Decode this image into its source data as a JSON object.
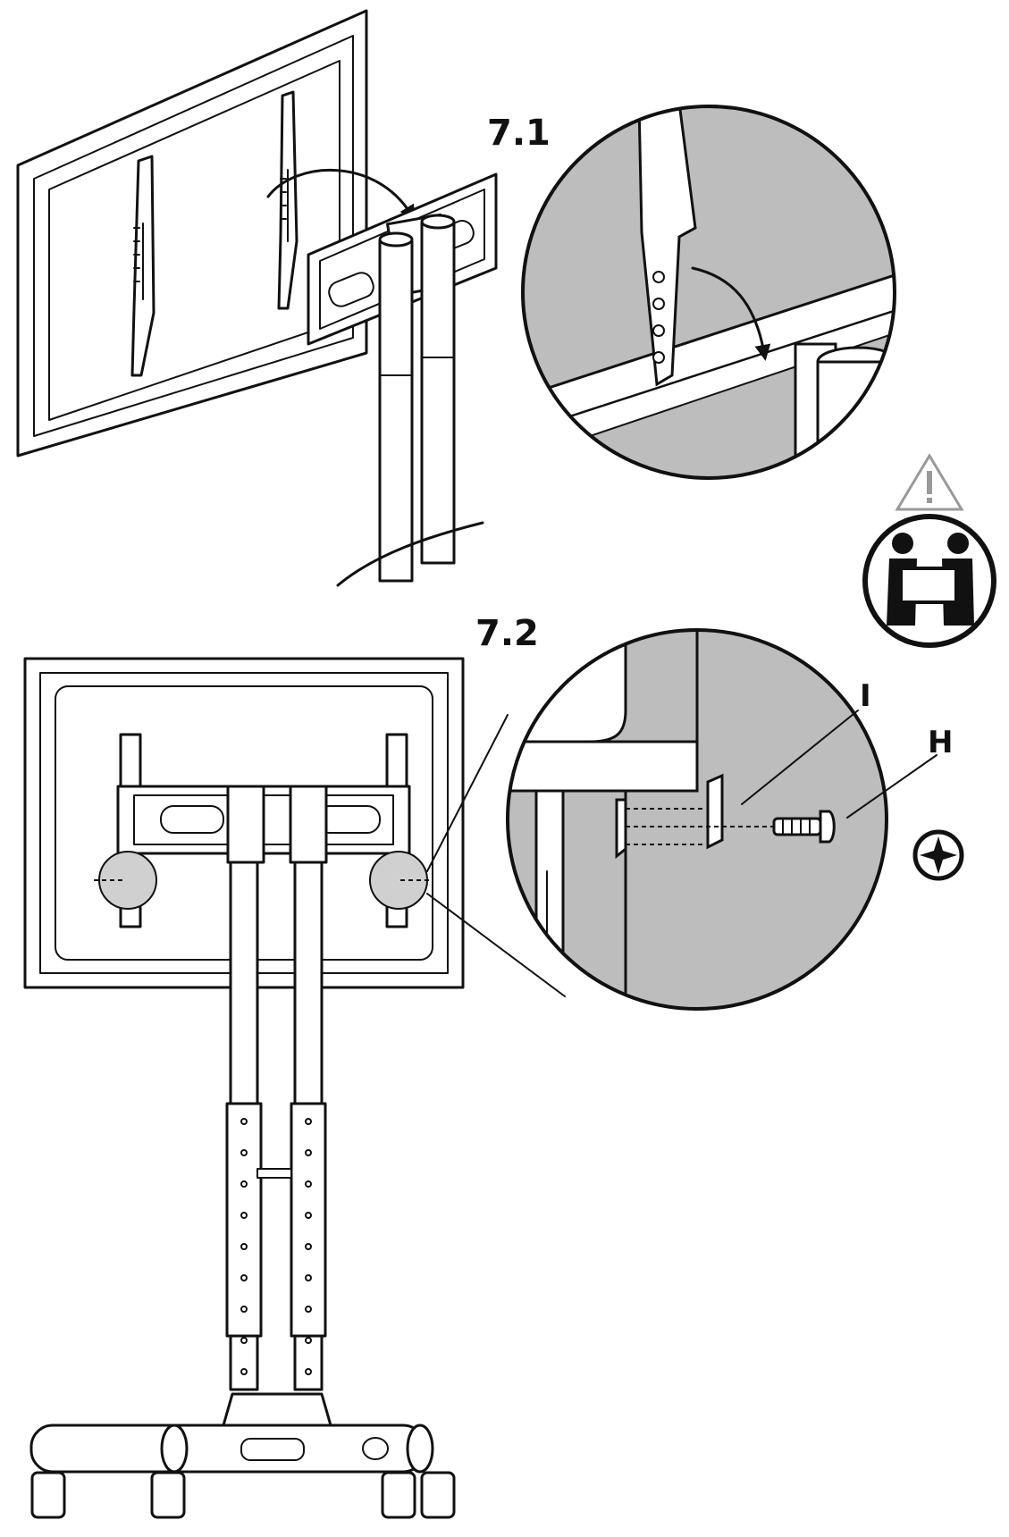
{
  "steps": [
    {
      "label": "7.1"
    },
    {
      "label": "7.2"
    }
  ],
  "parts": {
    "i_label": "I",
    "h_label": "H"
  },
  "icons": {
    "warning": "warning-triangle-icon",
    "two_person": "two-person-lift-icon",
    "screwdriver": "phillips-screwdriver-icon"
  },
  "colors": {
    "line": "#111111",
    "detail_fill": "#bdbdbd",
    "background": "#ffffff"
  }
}
